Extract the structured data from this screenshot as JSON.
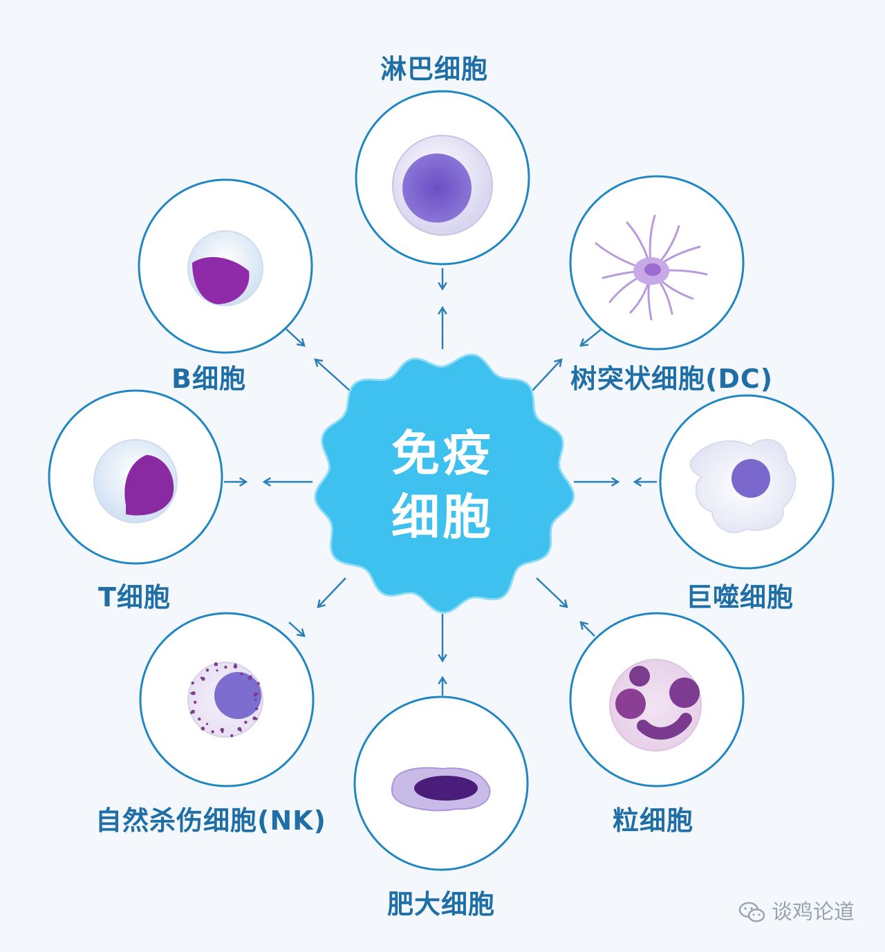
{
  "center": {
    "line1": "免疫",
    "line2": "细胞"
  },
  "cells": [
    {
      "id": "lymphocyte",
      "label": "淋巴细胞"
    },
    {
      "id": "dendritic",
      "label": "树突状细胞(DC)"
    },
    {
      "id": "macrophage",
      "label": "巨噬细胞"
    },
    {
      "id": "granulocyte",
      "label": "粒细胞"
    },
    {
      "id": "mast",
      "label": "肥大细胞"
    },
    {
      "id": "nk",
      "label": "自然杀伤细胞(NK)"
    },
    {
      "id": "t",
      "label": "T细胞"
    },
    {
      "id": "b",
      "label": "B细胞"
    }
  ],
  "watermark": {
    "text": "谈鸡论道",
    "icon": "wechat-icon"
  },
  "colors": {
    "blob": "#3ec1ef",
    "ring": "#1f86c1",
    "arrow": "#2a7fb8",
    "label": "#1f6fa6",
    "background": "#f4f8fc"
  }
}
